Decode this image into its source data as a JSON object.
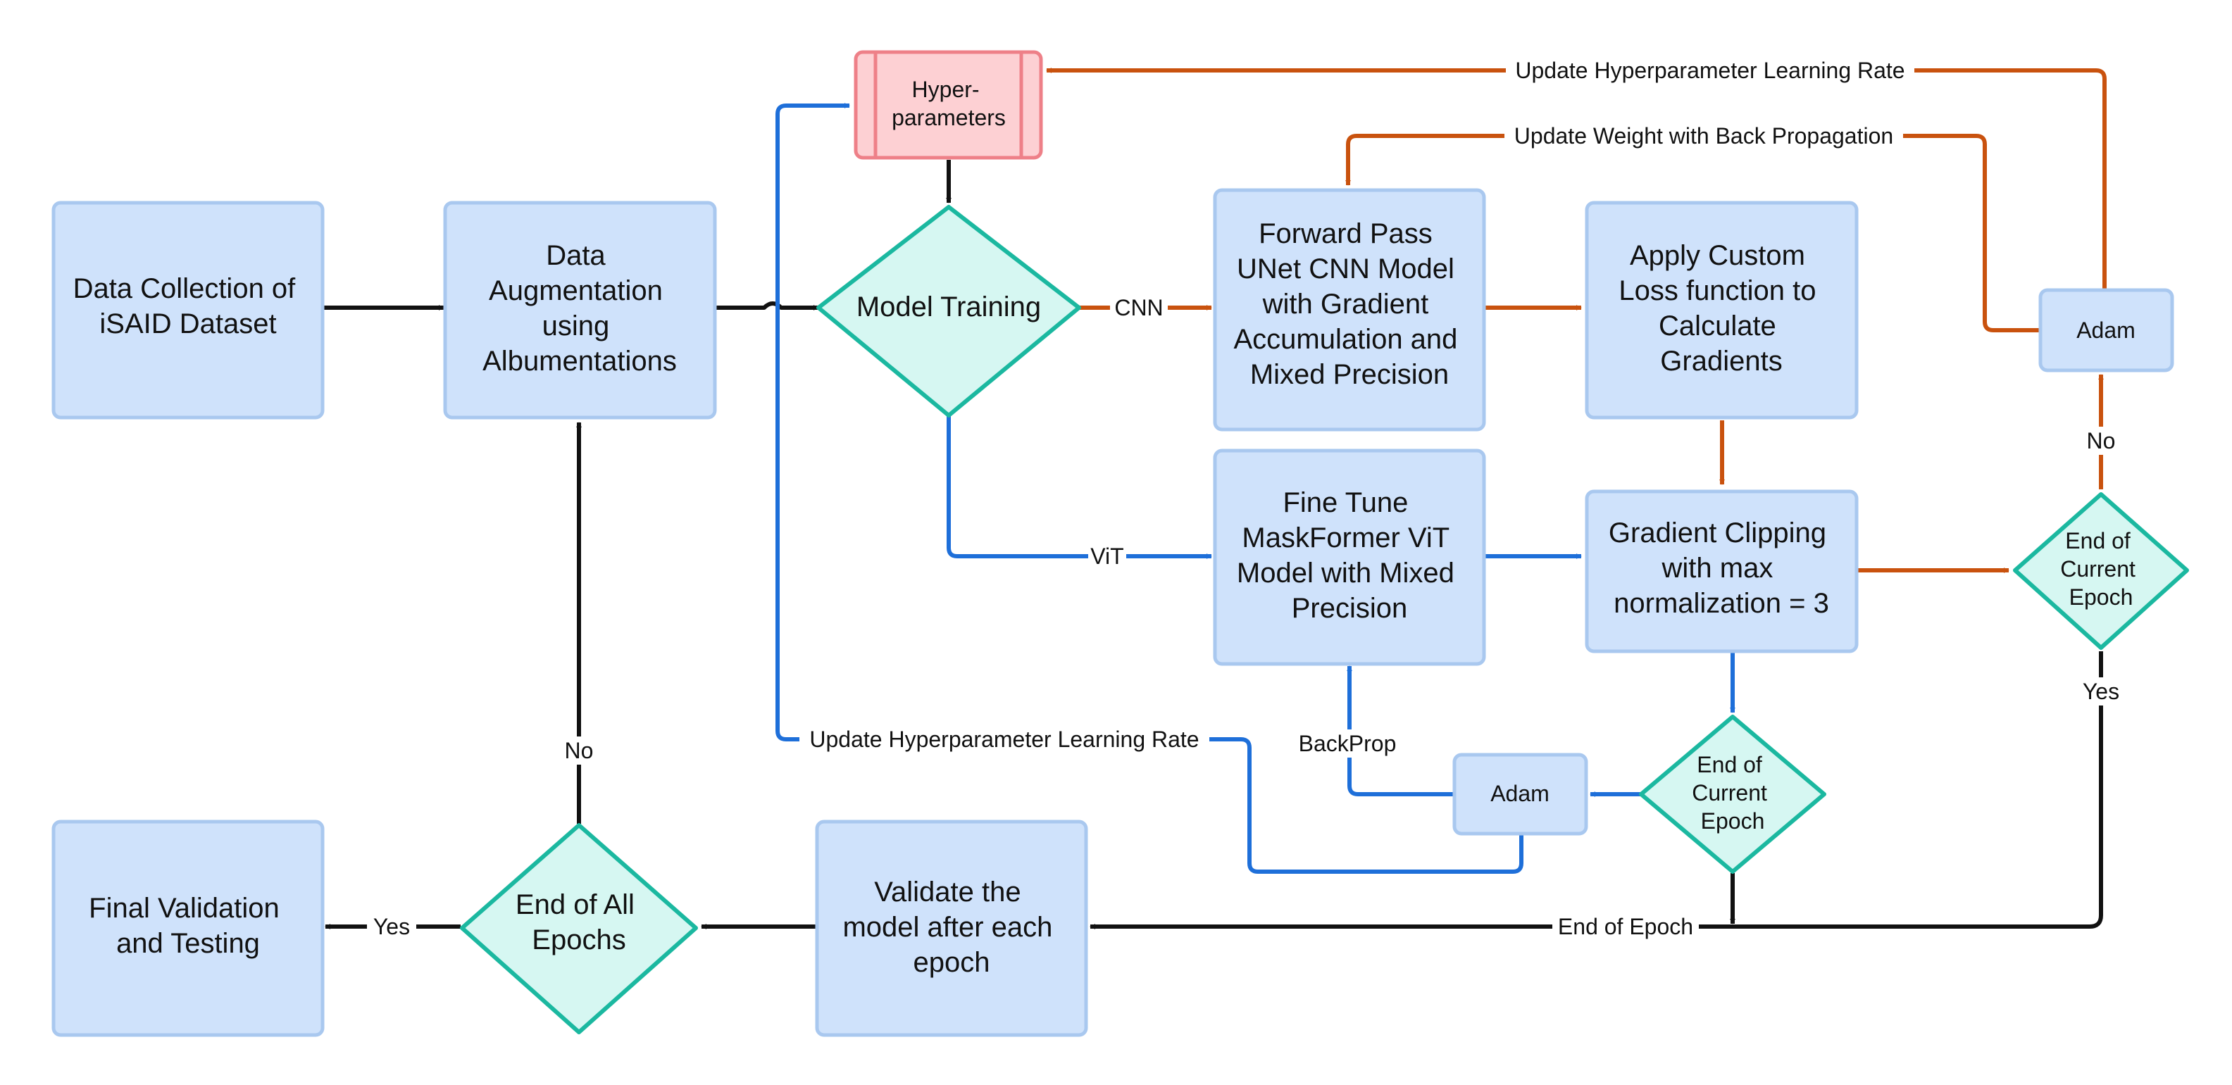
{
  "colors": {
    "process_fill": "#cfe2fb",
    "process_stroke": "#a9c8ef",
    "decision_fill": "#d6f7f2",
    "decision_stroke": "#1bb8a0",
    "hyper_fill": "#fdd0d3",
    "hyper_stroke": "#ee8088",
    "flow_black": "#111111",
    "flow_blue": "#1e6fd9",
    "flow_orange": "#c9520e"
  },
  "nodes": {
    "data_collection": [
      "Data Collection of",
      "iSAID Dataset"
    ],
    "data_augmentation": [
      "Data",
      "Augmentation",
      "using",
      "Albumentations"
    ],
    "hyperparameters": [
      "Hyper-",
      "parameters"
    ],
    "model_training": [
      "Model Training"
    ],
    "forward_pass": [
      "Forward Pass",
      "UNet CNN Model",
      "with Gradient",
      "Accumulation and",
      "Mixed Precision"
    ],
    "custom_loss": [
      "Apply Custom",
      "Loss function to",
      "Calculate",
      "Gradients"
    ],
    "adam_top": [
      "Adam"
    ],
    "fine_tune": [
      "Fine Tune",
      "MaskFormer ViT",
      "Model with Mixed",
      "Precision"
    ],
    "gradient_clipping": [
      "Gradient Clipping",
      "with max",
      "normalization = 3"
    ],
    "end_epoch_right": [
      "End of",
      "Current",
      "Epoch"
    ],
    "end_epoch_mid": [
      "End of",
      "Current",
      "Epoch"
    ],
    "adam_bottom": [
      "Adam"
    ],
    "final_validation": [
      "Final Validation",
      "and Testing"
    ],
    "end_all_epochs": [
      "End of All",
      "Epochs"
    ],
    "validate_model": [
      "Validate the",
      "model after each",
      "epoch"
    ]
  },
  "labels": {
    "cnn": "CNN",
    "vit": "ViT",
    "update_lr_top": "Update Hyperparameter Learning Rate",
    "update_weight": "Update Weight with Back Propagation",
    "update_lr_bottom": "Update Hyperparameter Learning Rate",
    "backprop": "BackProp",
    "no_right": "No",
    "yes_right": "Yes",
    "no_left": "No",
    "yes_left": "Yes",
    "end_of_epoch": "End of Epoch"
  }
}
